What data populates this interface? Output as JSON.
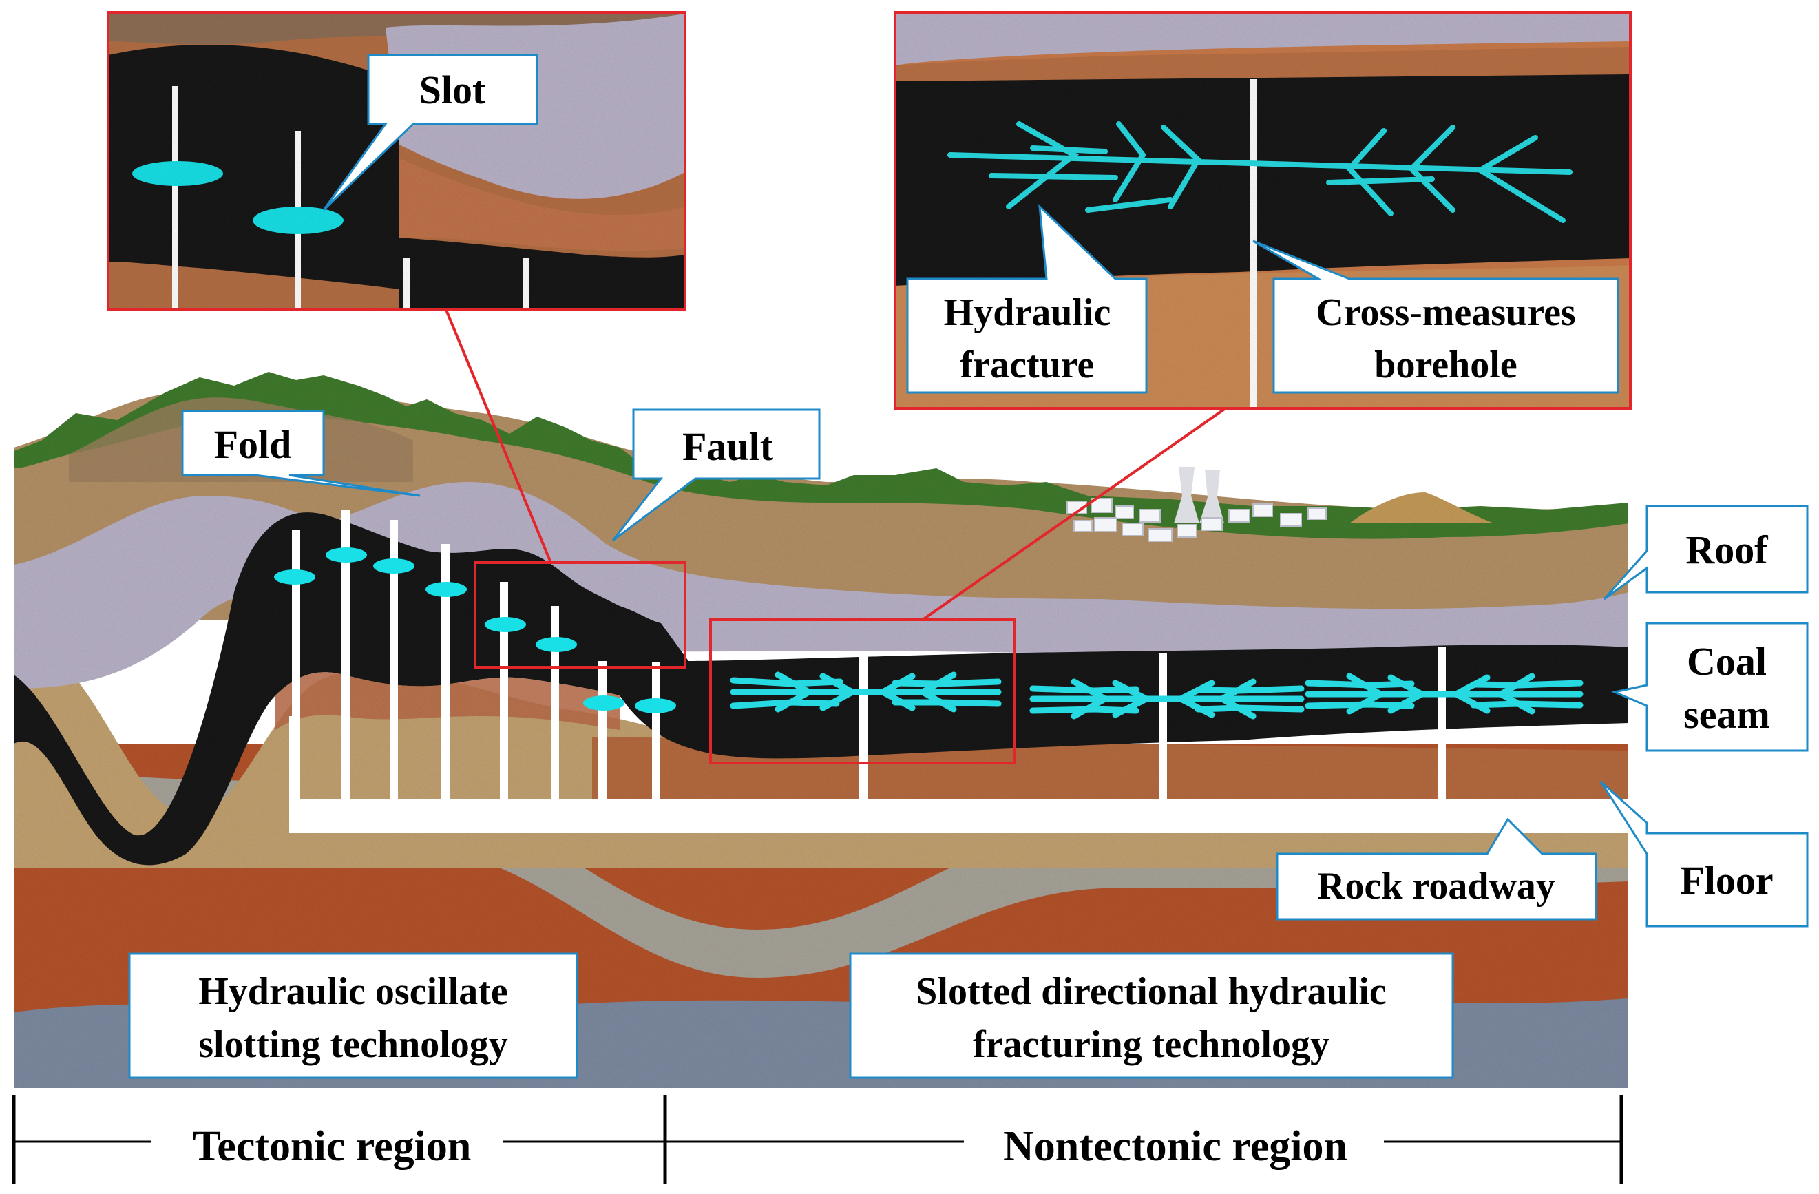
{
  "callouts": {
    "slot": "Slot",
    "fold": "Fold",
    "fault": "Fault",
    "hydraulic_fracture": [
      "Hydraulic",
      "fracture"
    ],
    "cross_measures_borehole": [
      "Cross-measures",
      "borehole"
    ],
    "roof": "Roof",
    "coal_seam": [
      "Coal",
      "seam"
    ],
    "floor": "Floor",
    "rock_roadway": "Rock roadway"
  },
  "technologies": {
    "tectonic": [
      "Hydraulic oscillate",
      "slotting technology"
    ],
    "nontectonic": [
      "Slotted directional hydraulic",
      "fracturing technology"
    ]
  },
  "regions": {
    "tectonic": "Tectonic region",
    "nontectonic": "Nontectonic region"
  },
  "colors": {
    "coal": "#141414",
    "slot": "#19e0e6",
    "fracture": "#27d9e0",
    "callout_border": "#1e8bc8",
    "zoom_border": "#e3262b",
    "grass": "#3f7a2c",
    "roof_rock": "#b9b3c6",
    "sand_rock": "#b38f63",
    "red_rock": "#b8552c",
    "grey_rock": "#a6a39b"
  }
}
